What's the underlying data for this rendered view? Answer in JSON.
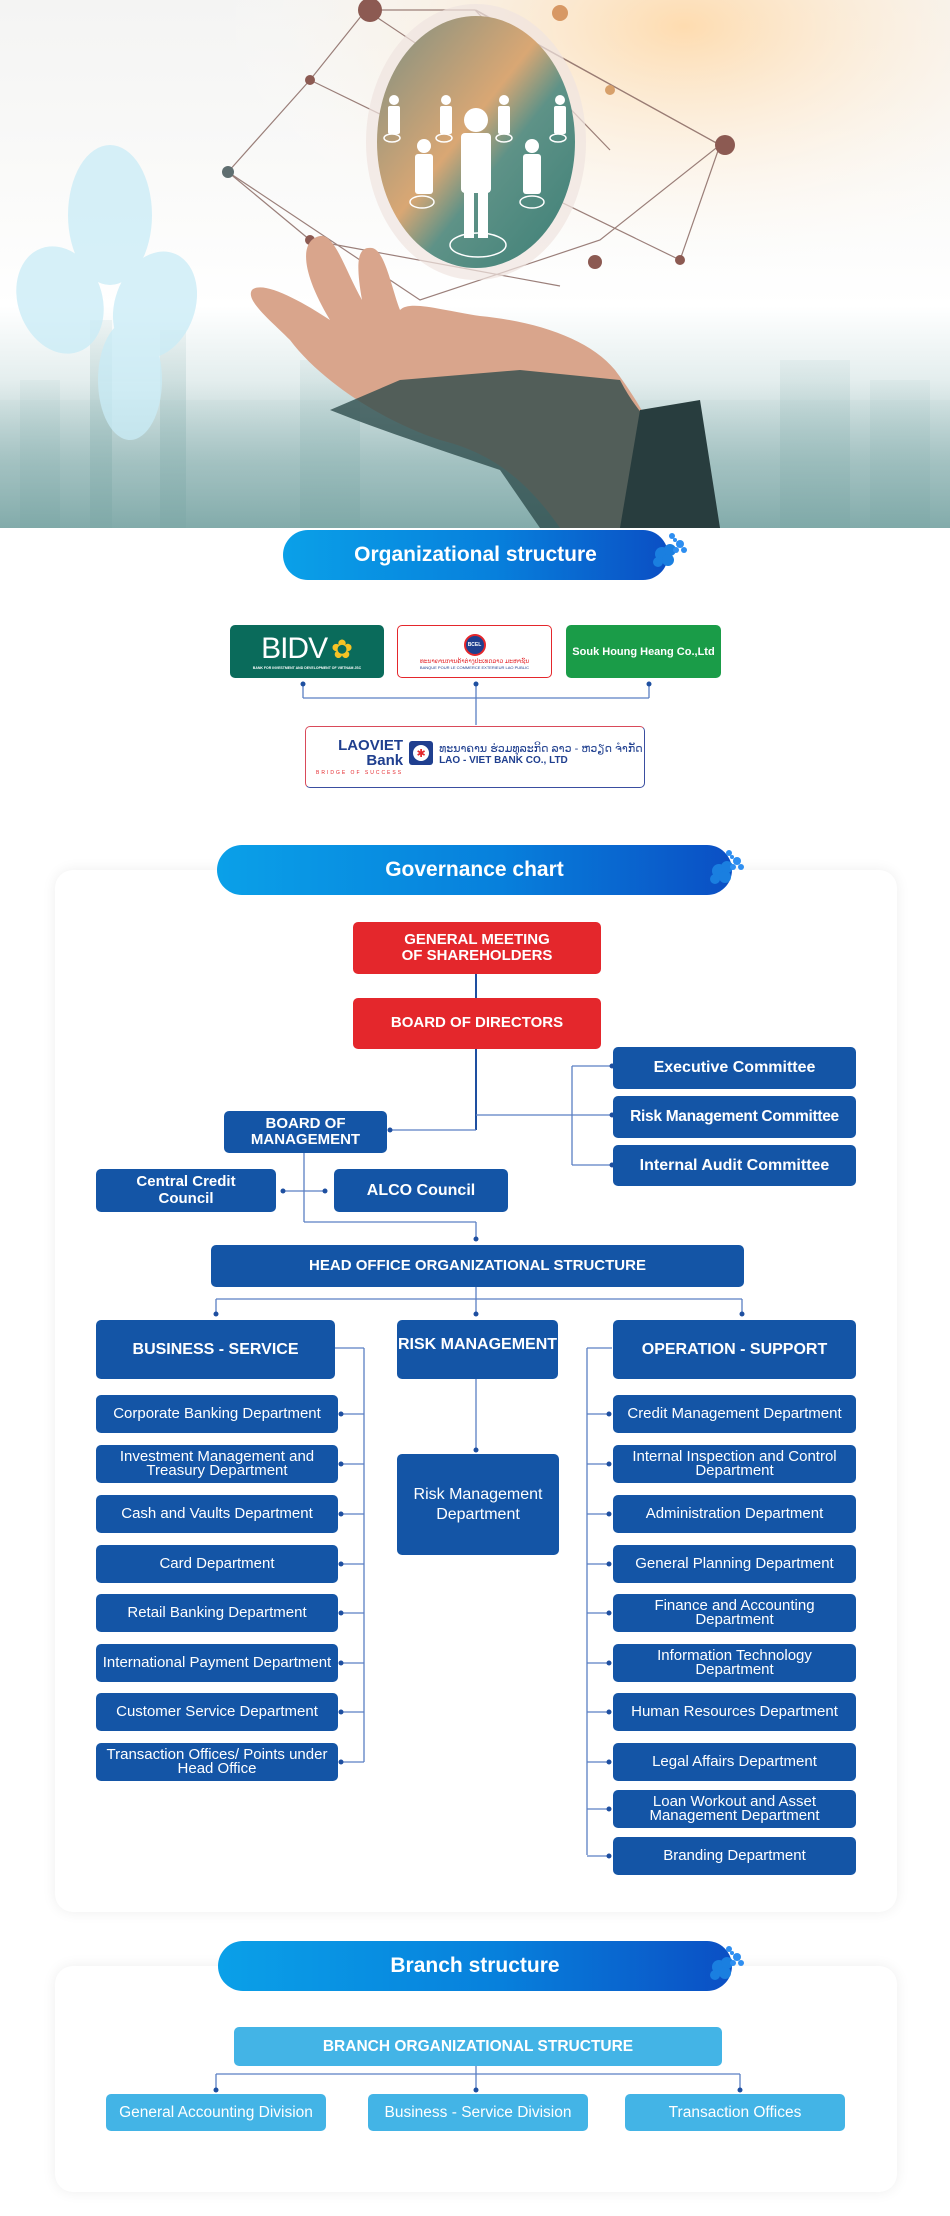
{
  "hero": {
    "image_alt": "Hand holding organizational network icon over city skyline",
    "icon": "people-network-icon"
  },
  "org_section": {
    "title": "Organizational structure",
    "shareholders": [
      {
        "name": "BIDV",
        "subtitle": "BANK FOR INVESTMENT AND DEVELOPMENT OF VIETNAM JSC",
        "color": "#0a6b5b",
        "accent": "#f7c325"
      },
      {
        "name": "BCEL",
        "lao_name": "ທະນາຄານການຄ້າຕ່າງປະເທດລາວ ມະຫາຊົນ",
        "subtitle": "BANQUE POUR LE COMMERCE EXTERIEUR LAO PUBLIC",
        "color": "#e4272c"
      },
      {
        "name": "Souk Houng Heang Co.,Ltd",
        "color": "#1a9c48"
      }
    ],
    "company": {
      "brand_line1": "LAOVIET",
      "brand_line2": "Bank",
      "tagline": "BRIDGE OF SUCCESS",
      "lao_name": "ທະນາຄານ ຮ່ວມທຸລະກິດ ລາວ - ຫວຽດ ຈຳກັດ",
      "english_name": "LAO - VIET BANK CO., LTD"
    }
  },
  "governance": {
    "title": "Governance chart",
    "general_meeting": "GENERAL MEETING OF SHAREHOLDERS",
    "board_of_directors": "BOARD OF DIRECTORS",
    "committees": [
      "Executive Committee",
      "Risk Management Committee",
      "Internal Audit Committee"
    ],
    "board_of_management": "BOARD OF MANAGEMENT",
    "central_credit_council": "Central Credit Council",
    "alco_council": "ALCO Council",
    "head_office": "HEAD OFFICE ORGANIZATIONAL STRUCTURE",
    "blocks": {
      "business": {
        "title": "BUSINESS - SERVICE",
        "departments": [
          "Corporate Banking Department",
          "Investment Management and Treasury Department",
          "Cash and Vaults Department",
          "Card Department",
          "Retail Banking Department",
          "International Payment Department",
          "Customer Service Department",
          "Transaction Offices/ Points under Head Office"
        ]
      },
      "risk": {
        "title": "RISK MANAGEMENT",
        "departments": [
          "Risk Management Department"
        ]
      },
      "operation": {
        "title": "OPERATION - SUPPORT",
        "departments": [
          "Credit Management Department",
          "Internal Inspection and Control Department",
          "Administration Department",
          "General Planning Department",
          "Finance and Accounting Department",
          "Information Technology Department",
          "Human Resources Department",
          "Legal Affairs Department",
          "Loan Workout and Asset Management Department",
          "Branding Department"
        ]
      }
    }
  },
  "branch": {
    "title": "Branch structure",
    "root": "BRANCH ORGANIZATIONAL STRUCTURE",
    "divisions": [
      "General Accounting Division",
      "Business - Service Division",
      "Transaction Offices"
    ]
  },
  "colors": {
    "red": "#e4272c",
    "navy": "#1455a6",
    "light_blue": "#43b4e6",
    "pill_start": "#0aa0e8",
    "pill_end": "#0b4fc4",
    "line": "#7a9fd0"
  }
}
